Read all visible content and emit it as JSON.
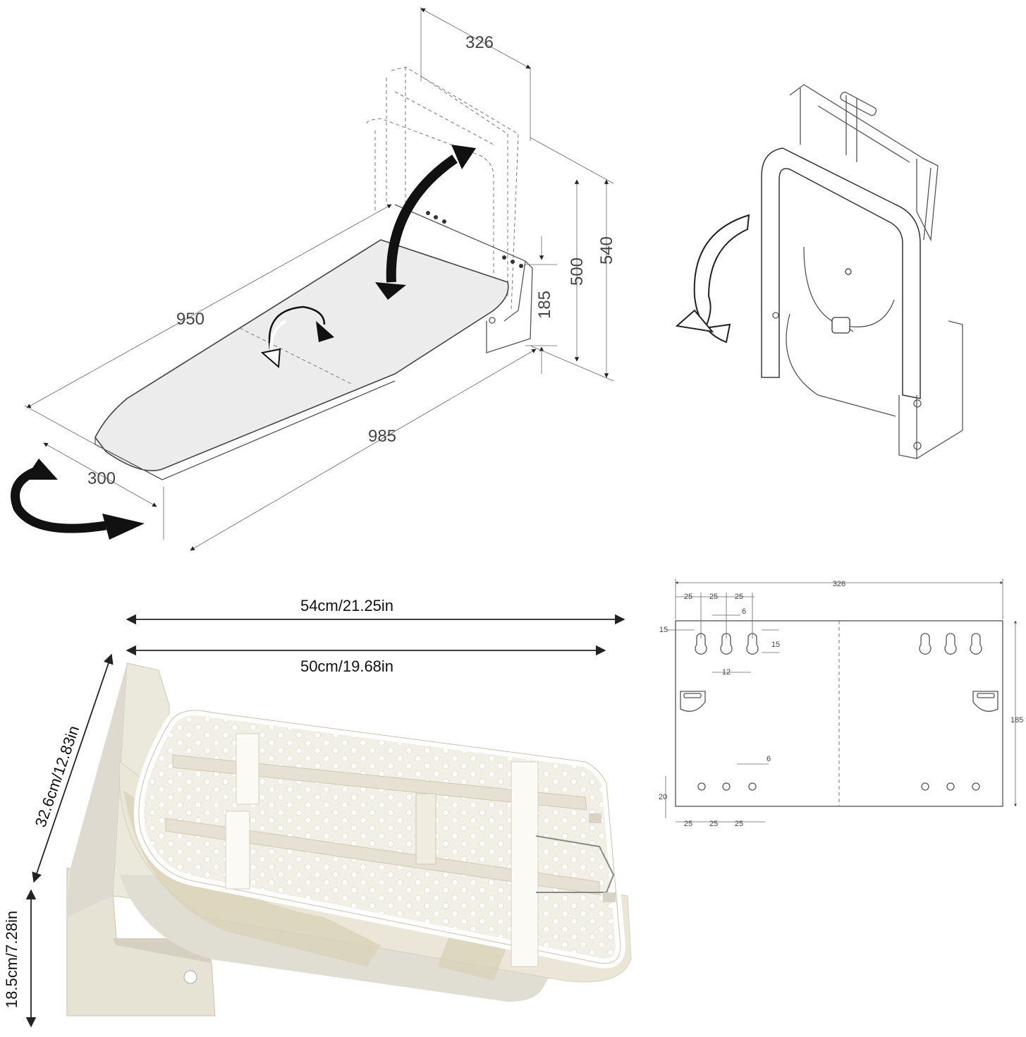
{
  "top_left_diagram": {
    "dimensions": {
      "depth_top": "326",
      "board_length": "950",
      "overall_length": "985",
      "board_width": "300",
      "bracket_height": "185",
      "folded_height": "500",
      "total_height": "540"
    }
  },
  "mounting_plate": {
    "width": "326",
    "height": "185",
    "hole_spacing": [
      "25",
      "25",
      "25"
    ],
    "slot_width": "6",
    "slot_offset_top": "15",
    "slot_length": "15",
    "slot_pitch": "12",
    "lower_hole_diameter": "6",
    "lower_hole_offset": "20",
    "bottom_spacing": [
      "25",
      "25",
      "25"
    ]
  },
  "photo": {
    "dimensions": {
      "outer_length": "54cm/21.25in",
      "board_length": "50cm/19.68in",
      "depth": "32.6cm/12.83in",
      "height": "18.5cm/7.28in"
    }
  }
}
